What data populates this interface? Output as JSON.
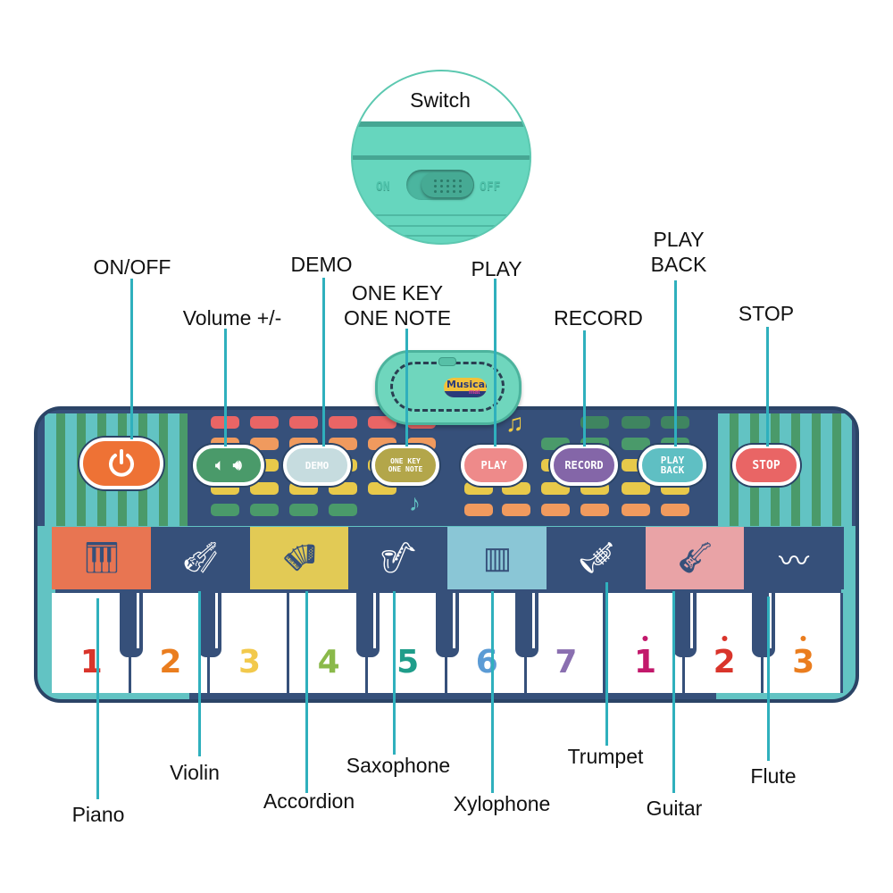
{
  "switch_callout": {
    "title": "Switch",
    "on_label": "ON",
    "off_label": "OFF"
  },
  "top_labels": {
    "on_off": "ON/OFF",
    "volume": "Volume +/-",
    "demo": "DEMO",
    "one_key_line1": "ONE KEY",
    "one_key_line2": "ONE NOTE",
    "play": "PLAY",
    "record": "RECORD",
    "playback_line1": "PLAY",
    "playback_line2": "BACK",
    "stop": "STOP"
  },
  "mat_buttons": {
    "power_icon": "power-icon",
    "volume_down_icon": "volume-down-icon",
    "volume_up_icon": "volume-up-icon",
    "demo": "DEMO",
    "one_key_line1": "ONE KEY",
    "one_key_line2": "ONE NOTE",
    "play": "PLAY",
    "record": "RECORD",
    "playback_line1": "PLAY",
    "playback_line2": "BACK",
    "stop": "STOP"
  },
  "speaker": {
    "logo_line1": "Musical",
    "logo_line2": "mat"
  },
  "instruments": [
    {
      "name": "Piano",
      "icon": "piano-icon",
      "color": "#e87552"
    },
    {
      "name": "Violin",
      "icon": "violin-icon",
      "color": "#36507a"
    },
    {
      "name": "Accordion",
      "icon": "accordion-icon",
      "color": "#e2ca55"
    },
    {
      "name": "Saxophone",
      "icon": "saxophone-icon",
      "color": "#36507a"
    },
    {
      "name": "Xylophone",
      "icon": "xylophone-icon",
      "color": "#8ac6d6"
    },
    {
      "name": "Trumpet",
      "icon": "trumpet-icon",
      "color": "#36507a"
    },
    {
      "name": "Guitar",
      "icon": "guitar-icon",
      "color": "#e9a3a6"
    },
    {
      "name": "Flute",
      "icon": "flute-icon",
      "color": "#36507a"
    }
  ],
  "keys": [
    {
      "note": "1",
      "color": "#d9342b",
      "high": false
    },
    {
      "note": "2",
      "color": "#ea7d1e",
      "high": false
    },
    {
      "note": "3",
      "color": "#f2c94c",
      "high": false
    },
    {
      "note": "4",
      "color": "#8ab94a",
      "high": false
    },
    {
      "note": "5",
      "color": "#1f9d8a",
      "high": false
    },
    {
      "note": "6",
      "color": "#5b9bd5",
      "high": false
    },
    {
      "note": "7",
      "color": "#8a6fb0",
      "high": false
    },
    {
      "note": "1",
      "color": "#c2186b",
      "high": true
    },
    {
      "note": "2",
      "color": "#d9342b",
      "high": true
    },
    {
      "note": "3",
      "color": "#ea7d1e",
      "high": true
    }
  ],
  "colors": {
    "leader_line": "#2fb0bd",
    "mat_navy": "#36507a",
    "teal": "#62c3c3",
    "power": "#ee7235",
    "volume": "#4a9a6a",
    "demo": "#c6dcdf",
    "one_key": "#b3a64a",
    "play": "#ee8a8a",
    "record": "#8466a8",
    "playback": "#5fbfc3",
    "stop": "#e96565"
  }
}
